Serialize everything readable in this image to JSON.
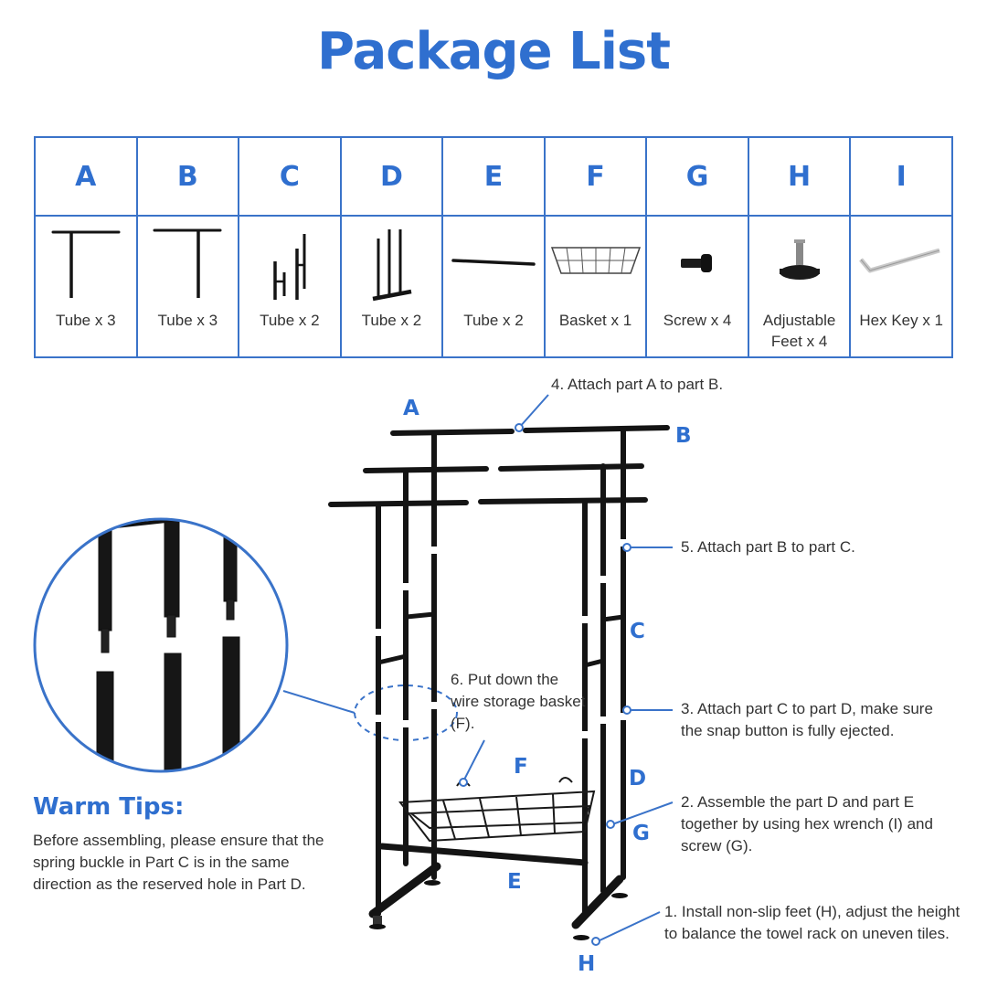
{
  "title": "Package List",
  "parts": [
    {
      "letter": "A",
      "qty": "Tube x 3",
      "icon": "t-tube-icon"
    },
    {
      "letter": "B",
      "qty": "Tube x 3",
      "icon": "t-tube-icon"
    },
    {
      "letter": "C",
      "qty": "Tube x 2",
      "icon": "h-frame-icon"
    },
    {
      "letter": "D",
      "qty": "Tube x 2",
      "icon": "base-frame-icon"
    },
    {
      "letter": "E",
      "qty": "Tube x 2",
      "icon": "crossbar-icon"
    },
    {
      "letter": "F",
      "qty": "Basket x 1",
      "icon": "basket-icon"
    },
    {
      "letter": "G",
      "qty": "Screw x 4",
      "icon": "screw-icon"
    },
    {
      "letter": "H",
      "qty": "Adjustable Feet x 4",
      "icon": "adjustable-foot-icon"
    },
    {
      "letter": "I",
      "qty": "Hex Key x 1",
      "icon": "hex-key-icon"
    }
  ],
  "steps": {
    "s1": "1. Install non-slip feet (H), adjust the height to balance the towel rack on uneven tiles.",
    "s2": "2. Assemble the part D and part E together by using hex wrench (I) and screw (G).",
    "s3": "3. Attach part C to part D, make sure the snap button is fully ejected.",
    "s4": "4. Attach part A to part B.",
    "s5": "5. Attach part B to part C.",
    "s6": "6. Put down the wire storage basket (F)."
  },
  "labels": {
    "A": "A",
    "B": "B",
    "C": "C",
    "D": "D",
    "E": "E",
    "F": "F",
    "G": "G",
    "H": "H"
  },
  "tips": {
    "title": "Warm Tips:",
    "body": "Before assembling, please ensure that the spring buckle in Part C is in the same direction as the reserved hole in Part D."
  },
  "colors": {
    "accent": "#2f6fcf",
    "frame": "#141414",
    "border": "#3a73c9"
  }
}
